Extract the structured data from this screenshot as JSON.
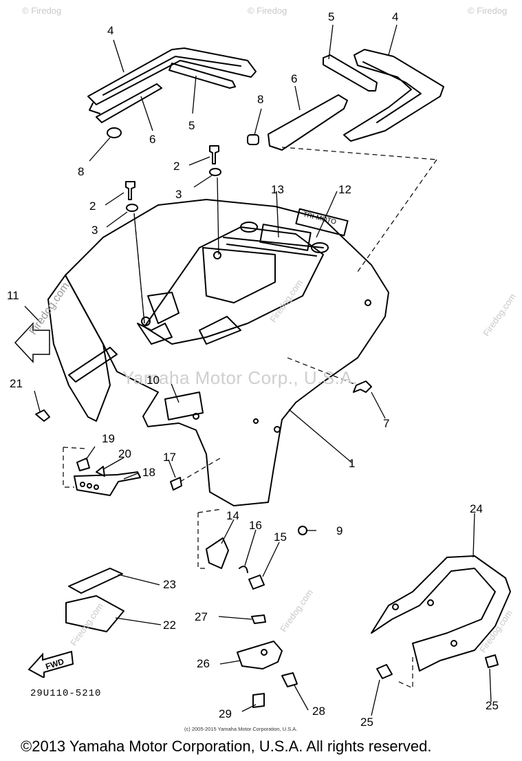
{
  "watermark": {
    "main": "Yamaha Motor Corp., U.S.A.",
    "site": "Firedog.com",
    "corner": "© Firedog"
  },
  "fwd_label": "FWD",
  "diagram_code": "29U110-5210",
  "small_copyright": "(c) 2005-2015 Yamaha Motor Corporation, U.S.A.",
  "copyright": "©2013 Yamaha Motor Corporation, U.S.A. All rights reserved.",
  "decal_text": "TRI-MOTO",
  "callouts": [
    "1",
    "2",
    "3",
    "4",
    "5",
    "6",
    "7",
    "8",
    "9",
    "10",
    "11",
    "12",
    "13",
    "14",
    "15",
    "16",
    "17",
    "18",
    "19",
    "20",
    "21",
    "22",
    "23",
    "24",
    "25",
    "26",
    "27",
    "28",
    "29"
  ]
}
